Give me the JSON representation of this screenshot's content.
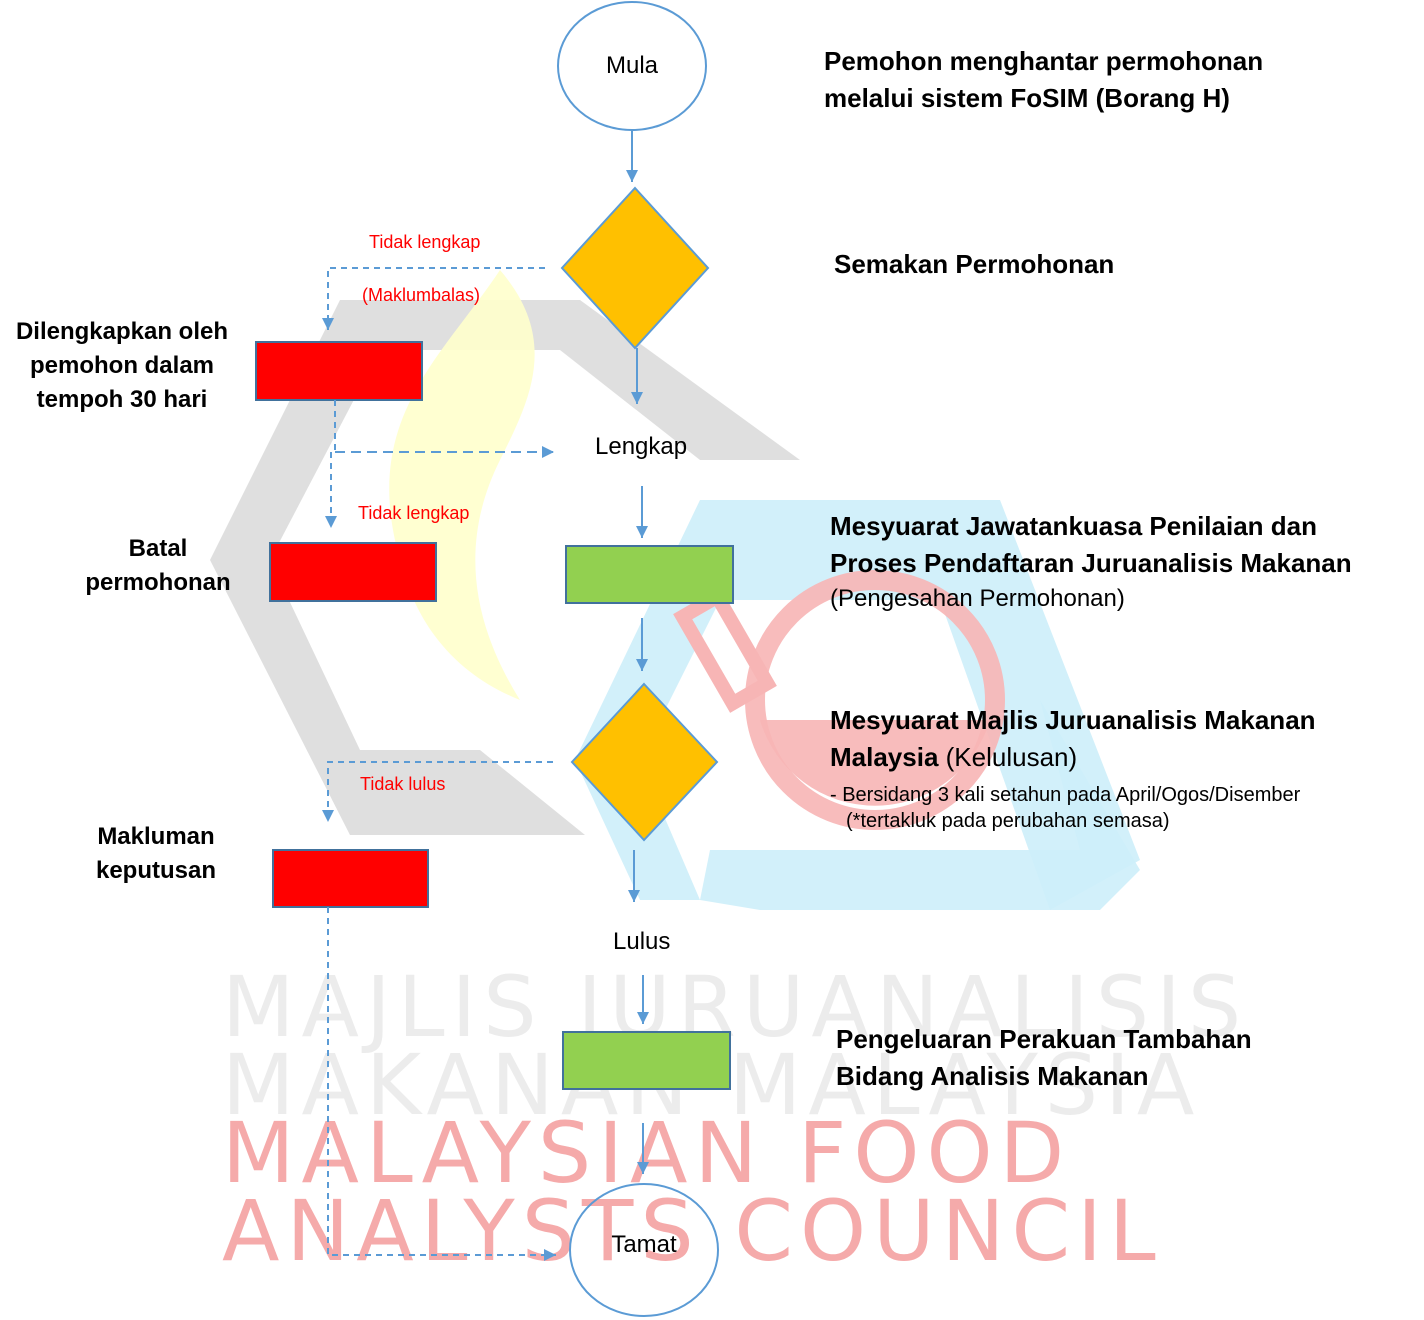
{
  "nodes": {
    "start": "Mula",
    "end": "Tamat",
    "lengkap": "Lengkap",
    "lulus": "Lulus"
  },
  "edges": {
    "tidak_lengkap_1": "Tidak lengkap",
    "maklumbalas": "(Maklumbalas)",
    "tidak_lengkap_2": "Tidak lengkap",
    "tidak_lulus": "Tidak lulus"
  },
  "left_labels": {
    "dilengkapkan": [
      "Dilengkapkan oleh",
      "pemohon dalam",
      "tempoh 30 hari"
    ],
    "batal": [
      "Batal",
      "permohonan"
    ],
    "makluman": [
      "Makluman",
      "keputusan"
    ]
  },
  "right_labels": {
    "step1": [
      "Pemohon menghantar permohonan",
      "melalui sistem FoSIM (Borang H)"
    ],
    "step2": "Semakan Permohonan",
    "step3": {
      "lines": [
        "Mesyuarat Jawatankuasa Penilaian dan",
        "Proses Pendaftaran Juruanalisis Makanan"
      ],
      "note": "(Pengesahan Permohonan)"
    },
    "step4": {
      "line1": "Mesyuarat Majlis Juruanalisis Makanan",
      "line2_bold": "Malaysia",
      "line2_normal": " (Kelulusan)",
      "bullet1": "- Bersidang 3 kali setahun pada April/Ogos/Disember",
      "bullet2": "(*tertakluk pada perubahan semasa)"
    },
    "step5": [
      "Pengeluaran Perakuan Tambahan",
      "Bidang Analisis Makanan"
    ]
  },
  "watermark": {
    "lines": [
      "MAJLIS JURUANALISIS",
      "MAKANAN MALAYSIA",
      "MALAYSIAN FOOD",
      "ANALYSTS COUNCIL"
    ]
  },
  "colors": {
    "decision": "#ffc000",
    "process_ok": "#92d050",
    "process_bad": "#ff0000",
    "stroke": "#5b9bd5",
    "arrow": "#5b9bd5",
    "edge_label": "#ff0000"
  }
}
